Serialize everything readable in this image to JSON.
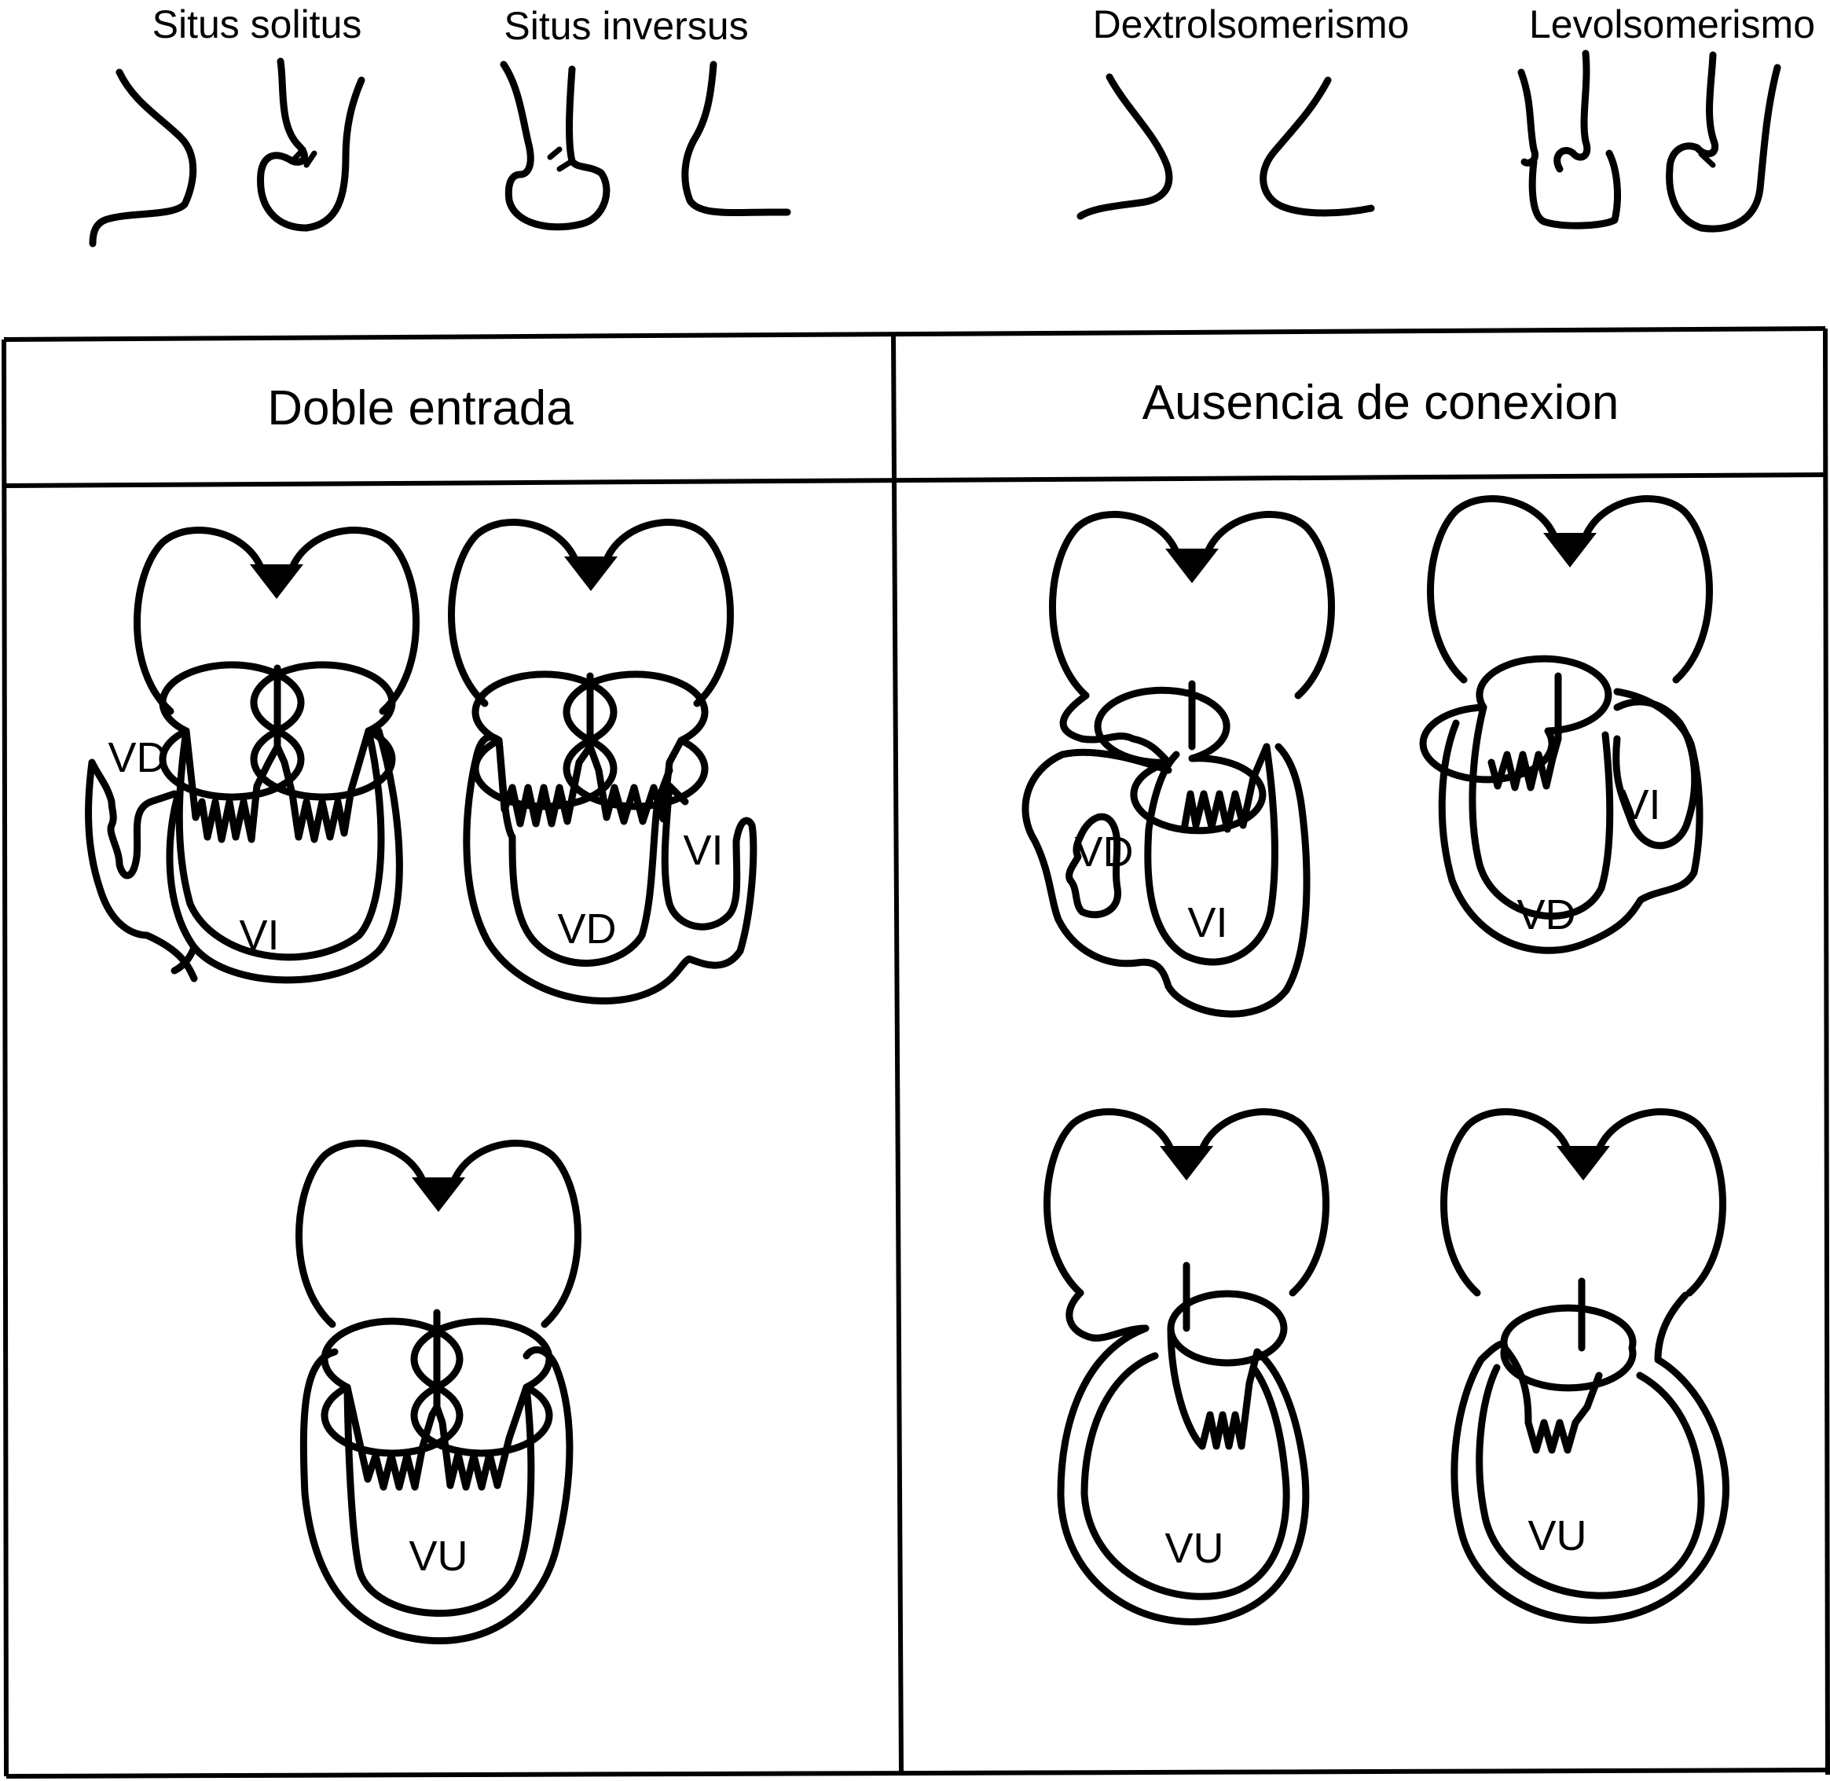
{
  "situs": {
    "solitus": "Situs solitus",
    "inversus": "Situs inversus",
    "dextro": "Dextrolsomerismo",
    "levo": "Levolsomerismo"
  },
  "panels": {
    "left_header": "Doble entrada",
    "right_header": "Ausencia de conexion"
  },
  "labels": {
    "d1_vd": "VD",
    "d1_vi": "VI",
    "d2_vi": "VI",
    "d2_vd": "VD",
    "d3_vu": "VU",
    "a1_vd": "VD",
    "a1_vi": "VI",
    "a2_vi": "VI",
    "a2_vd": "VD",
    "a3_vu": "VU",
    "a4_vu": "VU"
  }
}
